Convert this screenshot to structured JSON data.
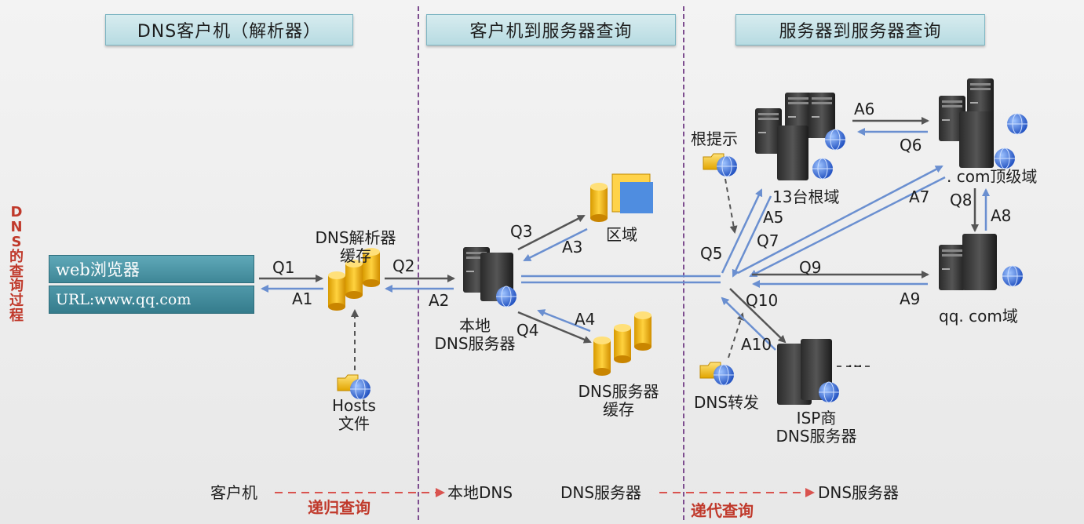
{
  "headers": {
    "client": "DNS客户机（解析器）",
    "client_to_server": "客户机到服务器查询",
    "server_to_server": "服务器到服务器查询"
  },
  "side_title": "DNS的查询过程",
  "browser": {
    "title": "web浏览器",
    "url": "URL:www.qq.com"
  },
  "nodes": {
    "resolver_cache": [
      "DNS解析器",
      "缓存"
    ],
    "hosts_file": [
      "Hosts",
      "文件"
    ],
    "local_dns": [
      "本地",
      "DNS服务器"
    ],
    "zone": "区域",
    "dns_cache": [
      "DNS服务器",
      "缓存"
    ],
    "root_hints": "根提示",
    "root_servers": "13台根域",
    "com_tld": ". com顶级域",
    "qq_domain": "qq. com域",
    "dns_forward": "DNS转发",
    "isp_dns": [
      "ISP商",
      "DNS服务器"
    ]
  },
  "flow_labels": {
    "q1": "Q1",
    "a1": "A1",
    "q2": "Q2",
    "a2": "A2",
    "q3": "Q3",
    "a3": "A3",
    "q4": "Q4",
    "a4": "A4",
    "q5": "Q5",
    "a5": "A5",
    "a6": "A6",
    "q6": "Q6",
    "a7": "A7",
    "q7": "Q7",
    "q8": "Q8",
    "a8": "A8",
    "q9": "Q9",
    "a9": "A9",
    "q10": "Q10",
    "a10": "A10"
  },
  "ellipsis": "...",
  "legend": {
    "client": "客户机",
    "recursive": "递归查询",
    "local_dns": "本地DNS",
    "dns_server": "DNS服务器",
    "iterative": "递代查询",
    "dns_server2": "DNS服务器"
  },
  "colors": {
    "header_bg": "#c6e3e9",
    "divider": "#7d4d8f",
    "query_arrow": "#555555",
    "answer_arrow": "#6a8fd0",
    "legend_red": "#d9534f",
    "browser_box": "#4f98a9"
  }
}
